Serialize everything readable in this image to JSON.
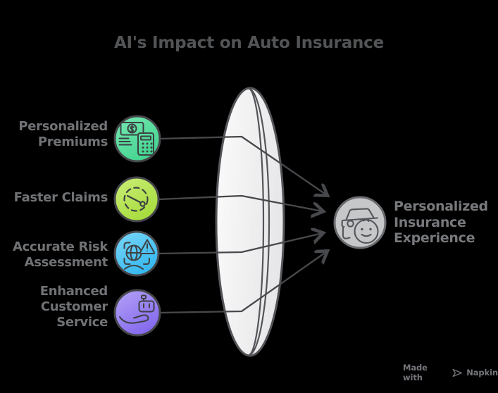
{
  "title": "AI's Impact on Auto Insurance",
  "inputs": [
    {
      "label": "Personalized Premiums",
      "lines": [
        "Personalized",
        "Premiums"
      ],
      "icon": "money-calculator-icon",
      "color": "#57dd9c"
    },
    {
      "label": "Faster Claims",
      "lines": [
        "Faster Claims"
      ],
      "icon": "speedometer-icon",
      "color": "#b9e554"
    },
    {
      "label": "Accurate Risk Assessment",
      "lines": [
        "Accurate Risk",
        "Assessment"
      ],
      "icon": "face-scan-warning-icon",
      "color": "#4fc7f4"
    },
    {
      "label": "Enhanced Customer Service",
      "lines": [
        "Enhanced",
        "Customer",
        "Service"
      ],
      "icon": "hand-robot-icon",
      "color": "#9c86f2"
    }
  ],
  "output": {
    "label": "Personalized Insurance Experience",
    "lines": [
      "Personalized",
      "Insurance",
      "Experience"
    ],
    "icon": "car-smiley-icon",
    "color": "#c6c7c9"
  },
  "lens": {
    "shape": "converging-lens",
    "fill": "#f1f1f2",
    "stroke": "#545558"
  },
  "watermark": {
    "prefix": "Made with",
    "brand": "Napkin"
  },
  "colors": {
    "background": "#000000",
    "title_text": "#535456",
    "label_text": "#707275",
    "connector": "#48494c"
  }
}
